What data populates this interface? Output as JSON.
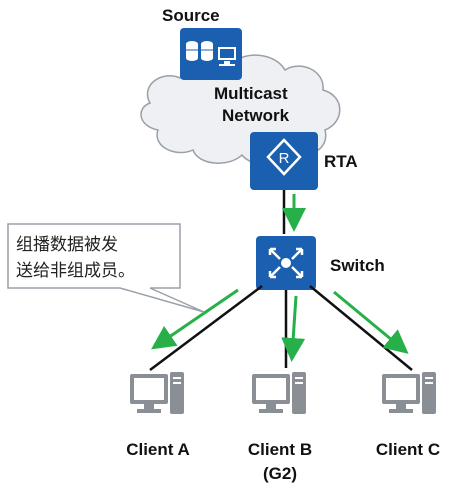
{
  "nodes": {
    "source": {
      "label": "Source"
    },
    "network": {
      "label_line1": "Multicast",
      "label_line2": "Network"
    },
    "router": {
      "label": "RTA"
    },
    "switch": {
      "label": "Switch"
    },
    "client_a": {
      "label": "Client A"
    },
    "client_b": {
      "label": "Client B",
      "group": "(G2)"
    },
    "client_c": {
      "label": "Client C"
    }
  },
  "callout": {
    "line1": "组播数据被发",
    "line2": "送给非组成员。"
  },
  "colors": {
    "device_blue": "#1b5fb0",
    "flow_green": "#27b04a",
    "cloud_fill": "#eef0f3",
    "cloud_stroke": "#9aa0a8",
    "client_gray": "#8a8f96"
  }
}
